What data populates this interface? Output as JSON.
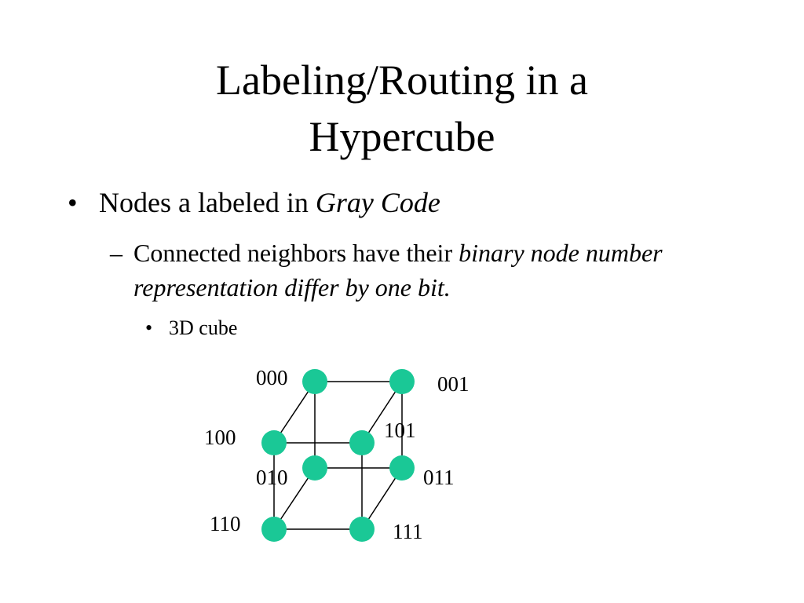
{
  "slide": {
    "title_line1": "Labeling/Routing in  a",
    "title_line2": "Hypercube",
    "bullet1": {
      "marker": "•",
      "text": "Nodes a labeled in ",
      "emphasis": "Gray Code"
    },
    "bullet2": {
      "marker": "–",
      "text": "Connected neighbors have their ",
      "emphasis": "binary node number representation differ by one bit."
    },
    "bullet3": {
      "marker": "•",
      "text": "3D cube"
    }
  },
  "cube": {
    "node_color": "#1ac896",
    "nodes": [
      "000",
      "001",
      "100",
      "101",
      "010",
      "011",
      "110",
      "111"
    ]
  }
}
